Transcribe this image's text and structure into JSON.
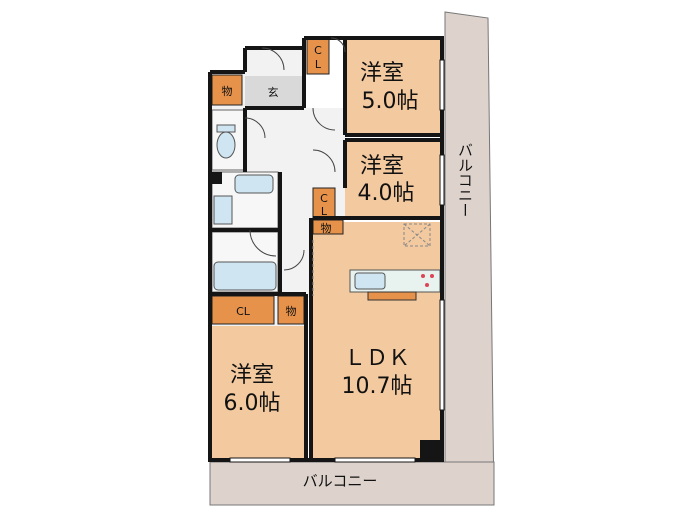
{
  "rooms": {
    "bedroom_a": {
      "name": "洋室",
      "size": "5.0帖"
    },
    "bedroom_b": {
      "name": "洋室",
      "size": "4.0帖"
    },
    "bedroom_c": {
      "name": "洋室",
      "size": "6.0帖"
    },
    "ldk": {
      "name": "ＬＤＫ",
      "size": "10.7帖"
    }
  },
  "storage": {
    "cl": "CL",
    "mono": "物",
    "genkan": "玄"
  },
  "balcony": {
    "right": "バルコニー",
    "bottom": "バルコニー"
  },
  "colors": {
    "room": "#f3c9a0",
    "storage": "#e6924a",
    "wet": "#cfe6f2",
    "balcony": "#ddd3cc",
    "wall": "#151515",
    "floor": "#f2f2f2"
  }
}
